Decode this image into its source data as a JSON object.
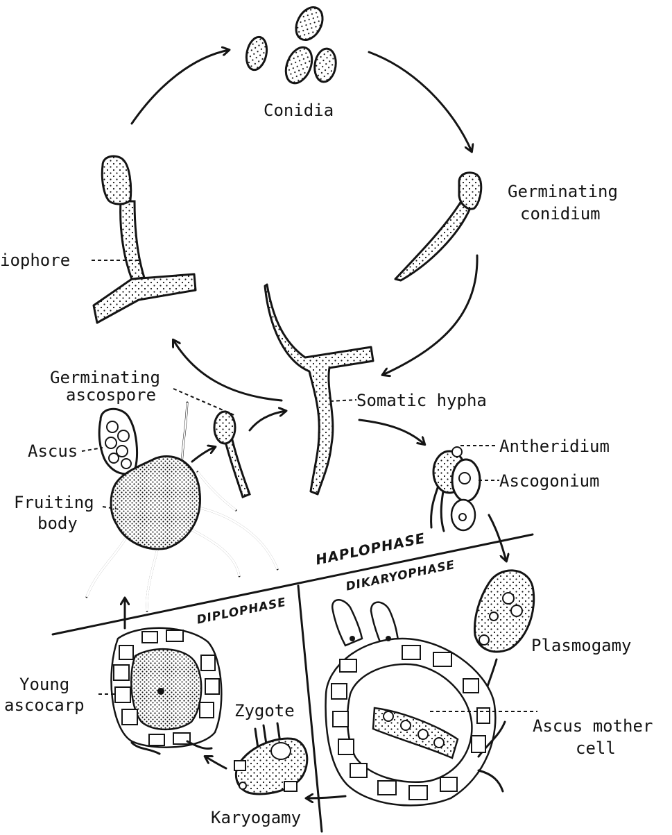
{
  "diagram": {
    "labels": {
      "conidia": "Conidia",
      "germinating_conidium_line1": "Germinating",
      "germinating_conidium_line2": "conidium",
      "conidiophore": "iophore",
      "germinating_ascospore_line1": "Germinating",
      "germinating_ascospore_line2": "ascospore",
      "somatic_hypha": "Somatic hypha",
      "ascus": "Ascus",
      "fruiting_body_line1": "Fruiting",
      "fruiting_body_line2": "body",
      "antheridium": "Antheridium",
      "ascogonium": "Ascogonium",
      "plasmogamy": "Plasmogamy",
      "young_ascocarp_line1": "Young",
      "young_ascocarp_line2": "ascocarp",
      "zygote": "Zygote",
      "karyogamy": "Karyogamy",
      "ascus_mother_cell_line1": "Ascus mother",
      "ascus_mother_cell_line2": "cell"
    },
    "phases": {
      "haplophase": "HAPLOPHASE",
      "dikaryophase": "DIKARYOPHASE",
      "diplophase": "DIPLOPHASE"
    }
  }
}
